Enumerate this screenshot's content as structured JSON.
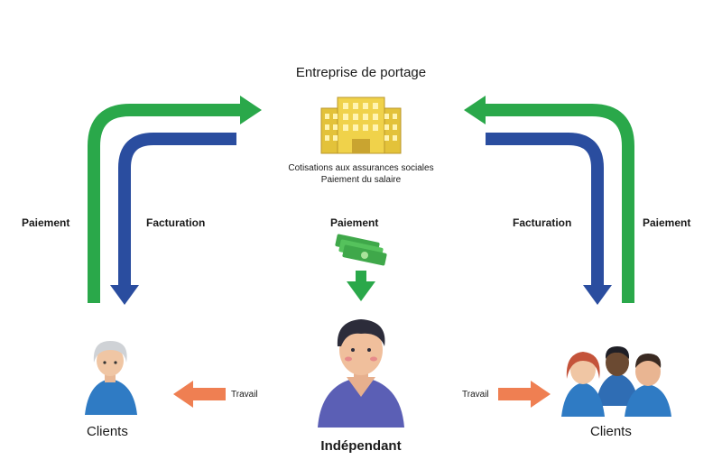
{
  "company": {
    "title": "Entreprise de portage",
    "detail_line1": "Cotisations aux assurances sociales",
    "detail_line2": "Paiement du salaire"
  },
  "labels": {
    "left_payment": "Paiement",
    "left_invoicing": "Facturation",
    "right_invoicing": "Facturation",
    "right_payment": "Paiement",
    "center_payment": "Paiement",
    "left_work": "Travail",
    "right_work": "Travail"
  },
  "nodes": {
    "left_clients": "Clients",
    "freelancer": "Indépendant",
    "right_clients": "Clients"
  },
  "colors": {
    "green": "#2aa84a",
    "blue": "#2a4d9f",
    "orange": "#ef7f52",
    "gold": "#e3c23a"
  },
  "icons": [
    "office-building-icon",
    "money-icon",
    "freelancer-icon",
    "client-icon",
    "client-group-icon"
  ]
}
